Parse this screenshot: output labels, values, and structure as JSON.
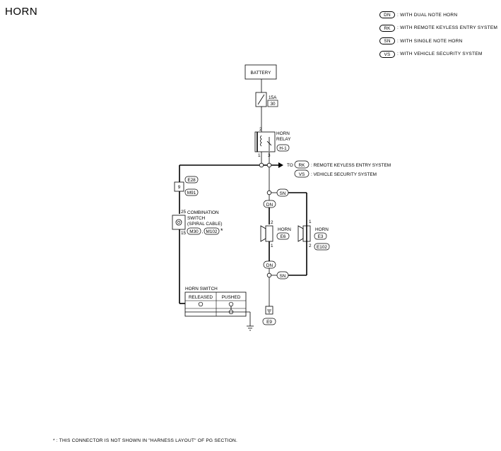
{
  "title": "HORN",
  "legend": [
    {
      "code": "DN",
      "text": ": WITH DUAL NOTE HORN"
    },
    {
      "code": "RK",
      "text": ": WITH REMOTE KEYLESS ENTRY SYSTEM"
    },
    {
      "code": "SN",
      "text": ": WITH SINGLE NOTE HORN"
    },
    {
      "code": "VS",
      "text": ": WITH VEHICLE SECURITY SYSTEM"
    }
  ],
  "battery": "BATTERY",
  "fuse": {
    "rating": "15A",
    "number": "30"
  },
  "relay": {
    "label1": "HORN",
    "label2": "RELAY",
    "connector": "H-1",
    "pin_top": "2",
    "pin_left": "1",
    "pin_right": "3"
  },
  "to_label": "TO",
  "to_targets": [
    {
      "code": "RK",
      "text": ": REMOTE KEYLESS ENTRY SYSTEM"
    },
    {
      "code": "VS",
      "text": ": VEHICLE SECURITY SYSTEM"
    }
  ],
  "joint": {
    "pin": "9",
    "conn1": "E28",
    "conn2": "M91"
  },
  "combo_switch": {
    "line1": "COMBINATION",
    "line2": "SWITCH",
    "line3": "(SPIRAL CABLE)",
    "pin_top": "25",
    "pin_bottom": "15",
    "conn1": "M30",
    "conn2": "M102",
    "asterisk": "*"
  },
  "horn_switch": {
    "title": "HORN SWITCH",
    "col1": "RELEASED",
    "col2": "PUSHED"
  },
  "horn_e6": {
    "label": "HORN",
    "connector": "E6",
    "pin_top": "2",
    "pin_bottom": "1"
  },
  "horn_e3": {
    "label": "HORN",
    "connector": "E3",
    "connector2": "E102",
    "pin_top": "1",
    "pin_bottom": "2"
  },
  "option_tags": {
    "sn": "SN",
    "dn": "DN"
  },
  "ground": "E9",
  "footnote": "* : THIS CONNECTOR IS NOT SHOWN IN \"HARNESS LAYOUT\" OF PG SECTION."
}
